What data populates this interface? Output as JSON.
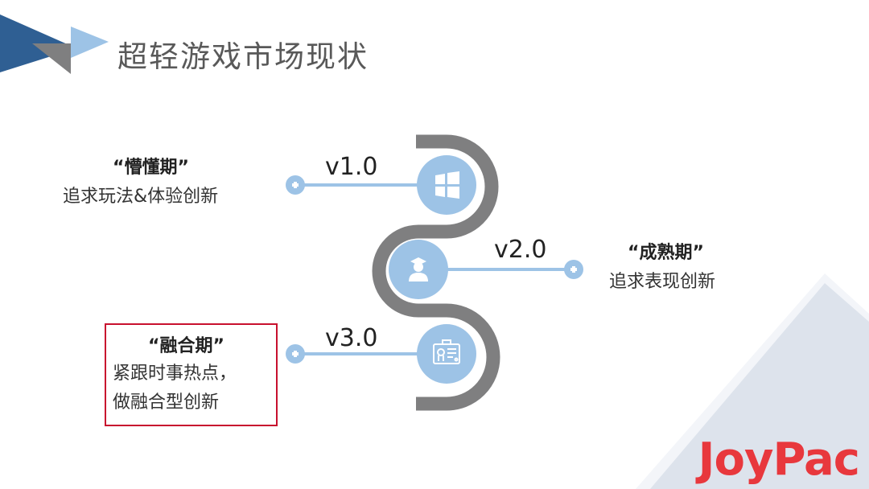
{
  "slide": {
    "title": "超轻游戏市场现状",
    "colors": {
      "accent_dark_blue": "#2f5f93",
      "accent_light_blue": "#9dc3e6",
      "track_gray": "#7f7f80",
      "node_blue": "#9dc3e6",
      "highlight_red": "#c8102e",
      "logo_red": "#e8383d",
      "corner_triangle": "#dde3ec"
    }
  },
  "timeline": {
    "stages": [
      {
        "version": "v1.0",
        "title": "“懵懂期”",
        "description": [
          "追求玩法&体验创新"
        ],
        "icon": "windows-icon",
        "side": "left",
        "highlighted": false
      },
      {
        "version": "v2.0",
        "title": "“成熟期”",
        "description": [
          "追求表现创新"
        ],
        "icon": "graduate-user-icon",
        "side": "right",
        "highlighted": false
      },
      {
        "version": "v3.0",
        "title": "“融合期”",
        "description": [
          "紧跟时事热点，",
          "做融合型创新"
        ],
        "icon": "id-card-icon",
        "side": "left",
        "highlighted": true
      }
    ]
  },
  "logo": {
    "text": "JoyPac"
  }
}
